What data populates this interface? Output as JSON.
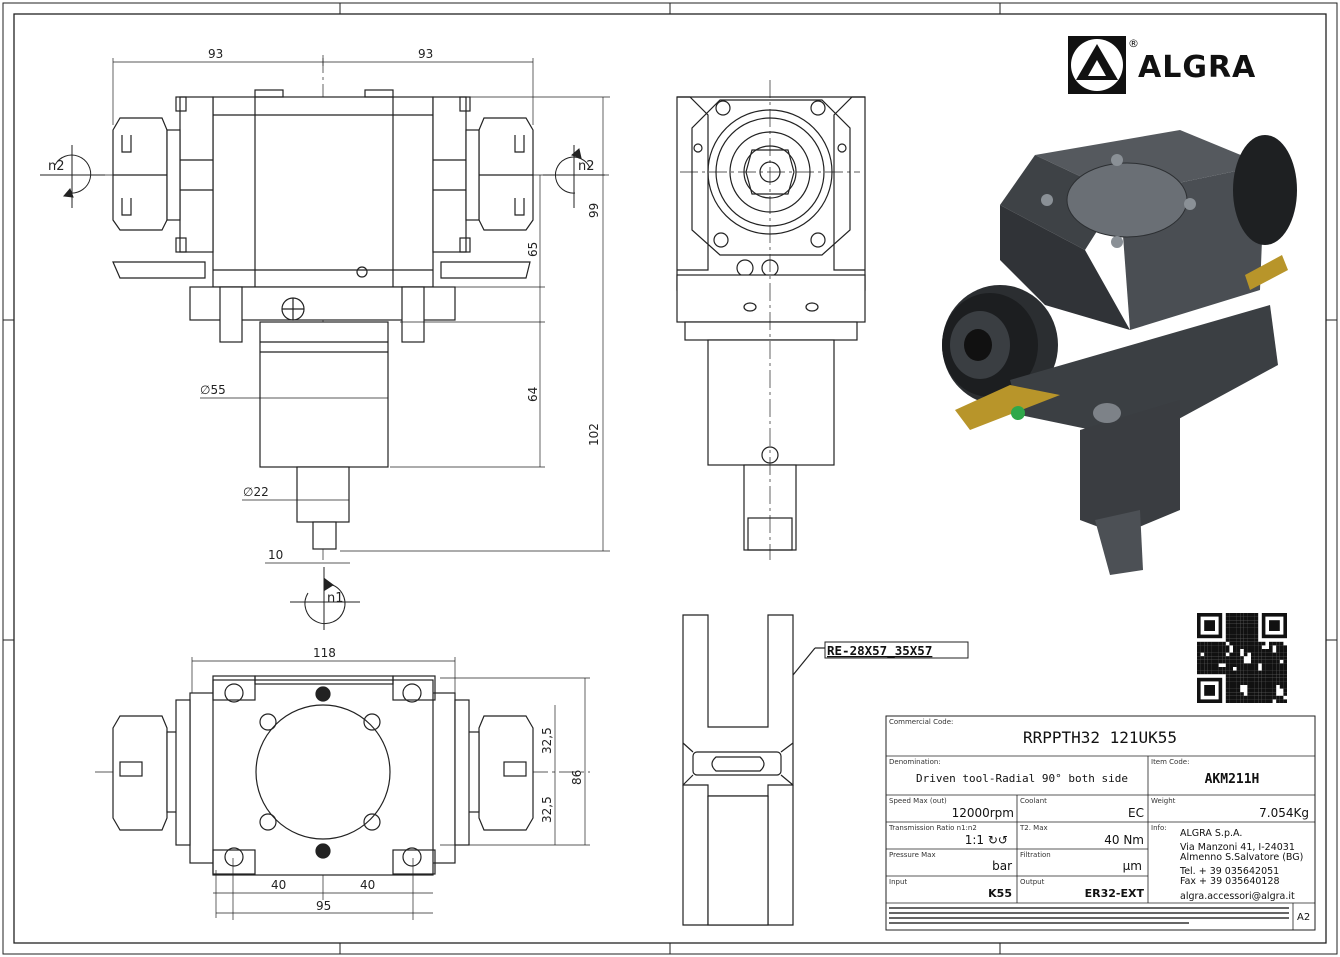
{
  "brand": {
    "name": "ALGRA",
    "registered": "®"
  },
  "dimensions": {
    "front_left_width": "93",
    "front_right_width": "93",
    "height_99": "99",
    "height_65": "65",
    "height_64": "64",
    "height_102": "102",
    "dia_55": "∅55",
    "dia_22": "∅22",
    "offset_10": "10",
    "bottom_width_118": "118",
    "bottom_height_86": "86",
    "half_32_5_top": "32,5",
    "half_32_5_bottom": "32,5",
    "spacing_40_left": "40",
    "spacing_40_right": "40",
    "bottom_width_95": "95"
  },
  "rotation_labels": {
    "left": "n2",
    "right": "n2",
    "input": "n1"
  },
  "callout": {
    "shaft_profile": "RE-28X57_35X57"
  },
  "title_block": {
    "commercial_code_label": "Commercial Code:",
    "commercial_code": "RRPPTH32 121UK55",
    "denomination_label": "Denomination:",
    "denomination": "Driven tool-Radial 90° both side",
    "item_code_label": "Item Code:",
    "item_code": "AKM211H",
    "speed_label": "Speed Max (out)",
    "speed": "12000rpm",
    "coolant_label": "Coolant",
    "coolant": "EC",
    "weight_label": "Weight",
    "weight": "7.054Kg",
    "ratio_label": "Transmission Ratio n1:n2",
    "ratio": "1:1 ↻↺",
    "torque_label": "T2. Max",
    "torque": "40 Nm",
    "info_label": "Info:",
    "company": "ALGRA S.p.A.",
    "address1": "Via Manzoni 41, I-24031",
    "address2": "Almenno S.Salvatore (BG)",
    "tel": "Tel. + 39 035642051",
    "fax": "Fax + 39 035640128",
    "email": "algra.accessori@algra.it",
    "pressure_label": "Pressure Max",
    "pressure_unit": "bar",
    "filtration_label": "Filtration",
    "filtration_unit": "µm",
    "input_label": "Input",
    "input": "K55",
    "output_label": "Output",
    "output": "ER32-EXT",
    "sheet_size": "A2"
  }
}
